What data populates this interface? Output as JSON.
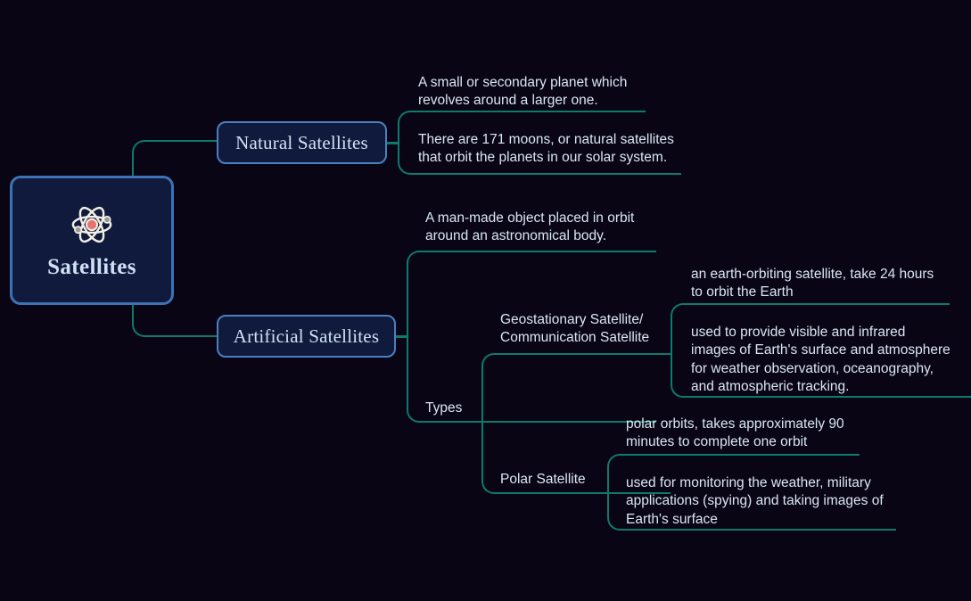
{
  "canvas": {
    "background_color": "#0a0514",
    "connector_color": "#0d7a6b",
    "node_fill_color": "#101a3c",
    "node_border_color": "#4a7fc0",
    "text_color": "#d8e6f5"
  },
  "root": {
    "label": "Satellites",
    "icon": "atom-icon"
  },
  "branches": [
    {
      "label": "Natural Satellites",
      "children": [
        {
          "text": "A small or secondary planet which\nrevolves around a larger one."
        },
        {
          "text": "There are 171 moons, or natural satellites\nthat orbit the planets in our solar system."
        }
      ]
    },
    {
      "label": "Artificial Satellites",
      "children": [
        {
          "text": "A man-made object placed in orbit\naround an astronomical body."
        },
        {
          "text": "Types",
          "children": [
            {
              "text": "Geostationary Satellite/\nCommunication Satellite",
              "children": [
                {
                  "text": "an earth-orbiting satellite, take 24 hours\nto orbit the Earth"
                },
                {
                  "text": "used to provide visible and infrared\nimages of Earth's surface and atmosphere\nfor weather observation, oceanography,\nand atmospheric tracking."
                }
              ]
            },
            {
              "text": "Polar Satellite",
              "children": [
                {
                  "text": "polar orbits, takes approximately 90\nminutes to complete one orbit"
                },
                {
                  "text": "used for monitoring the weather, military\napplications (spying) and taking images of\nEarth's surface"
                }
              ]
            }
          ]
        }
      ]
    }
  ]
}
